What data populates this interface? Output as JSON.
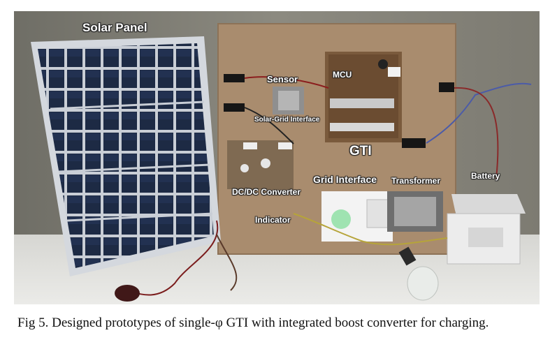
{
  "figure": {
    "labels": {
      "solar_panel": "Solar Panel",
      "sensor": "Sensor",
      "mcu": "MCU",
      "solar_grid_interface": "Solar-Grid Interface",
      "gti": "GTI",
      "grid_interface": "Grid Interface",
      "transformer": "Transformer",
      "battery": "Battery",
      "dcdc_converter": "DC/DC Converter",
      "indicator": "Indicator"
    }
  },
  "caption": {
    "text": "Fig 5.  Designed prototypes of single-φ GTI with integrated boost converter for charging."
  }
}
